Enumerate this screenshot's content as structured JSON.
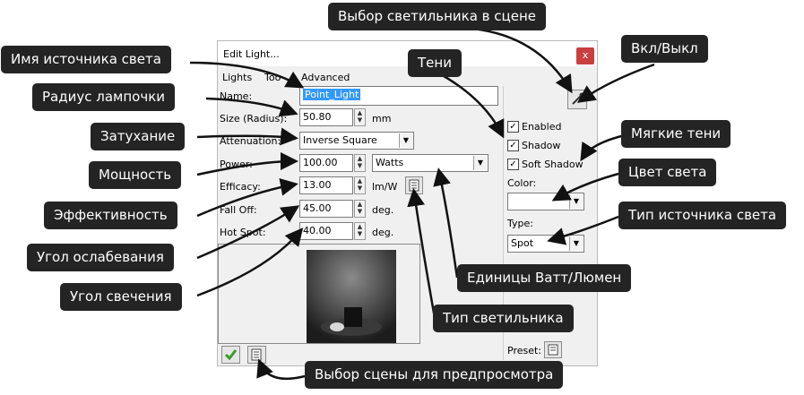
{
  "dialog": {
    "title": "Edit Light...",
    "close_label": "x",
    "tabs": [
      "Lights",
      "Too",
      "Advanced"
    ],
    "name_label": "Name:",
    "name_value": "Point_Light",
    "size_label": "Size (Radius):",
    "size_value": "50.80",
    "size_unit": "mm",
    "attenuation_label": "Attenuation:",
    "attenuation_value": "Inverse Square",
    "power_label": "Power:",
    "power_value": "100.00",
    "power_unit_value": "Watts",
    "efficacy_label": "Efficacy:",
    "efficacy_value": "13.00",
    "efficacy_unit": "lm/W",
    "falloff_label": "Fall Off:",
    "falloff_value": "45.00",
    "falloff_unit": "deg.",
    "hotspot_label": "Hot Spot:",
    "hotspot_value": "40.00",
    "hotspot_unit": "deg.",
    "enabled_label": "Enabled",
    "shadow_label": "Shadow",
    "soft_shadow_label": "Soft Shadow",
    "color_label": "Color:",
    "type_label": "Type:",
    "type_value": "Spot",
    "preset_label": "Preset:"
  },
  "callouts": {
    "scene_picker": "Выбор светильника в сцене",
    "light_name": "Имя источника света",
    "shadows": "Тени",
    "on_off": "Вкл/Выкл",
    "bulb_radius": "Радиус лампочки",
    "attenuation": "Затухание",
    "soft_shadows": "Мягкие тени",
    "power": "Мощность",
    "light_color": "Цвет света",
    "efficiency": "Эффективность",
    "light_type": "Тип источника света",
    "falloff_angle": "Угол ослабевания",
    "watt_lumen": "Единицы Ватт/Люмен",
    "hotspot_angle": "Угол свечения",
    "fixture_type": "Тип светильника",
    "preview_scene": "Выбор сцены для предпросмотра"
  },
  "colors": {
    "callout_bg": "#242424",
    "name_highlight": "#3399ff",
    "ok_check": "#3a9a2a",
    "close_button": "#c84040"
  }
}
